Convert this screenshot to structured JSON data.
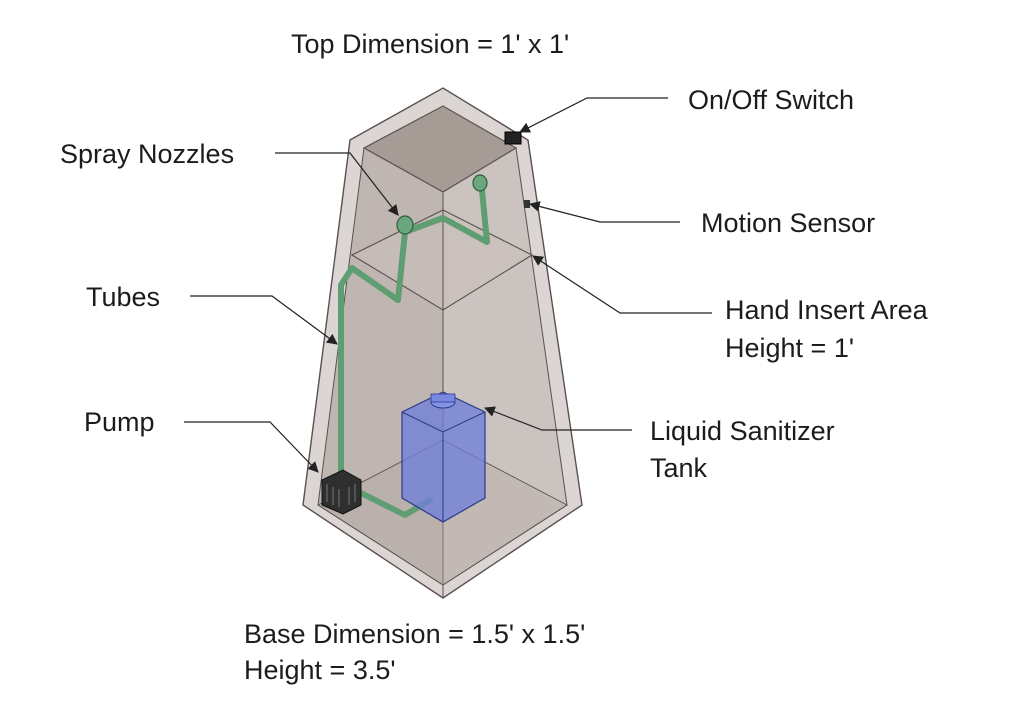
{
  "labels": {
    "top_dimension": "Top Dimension = 1' x 1'",
    "on_off_switch": "On/Off Switch",
    "spray_nozzles": "Spray Nozzles",
    "motion_sensor": "Motion Sensor",
    "tubes": "Tubes",
    "hand_insert_area": "Hand Insert Area",
    "hand_insert_height": "Height = 1'",
    "pump": "Pump",
    "liquid_sanitizer_line1": "Liquid Sanitizer",
    "liquid_sanitizer_line2": "Tank",
    "base_dimension": "Base Dimension = 1.5' x 1.5'",
    "base_height": "Height = 3.5'"
  },
  "colors": {
    "enclosure_fill": "#bdb2ae",
    "enclosure_inner": "#a89b96",
    "enclosure_stroke": "#5a5050",
    "tube": "#5f9e72",
    "tank": "#6f7fd8",
    "pump": "#2f2f2f",
    "leader": "#222222"
  }
}
